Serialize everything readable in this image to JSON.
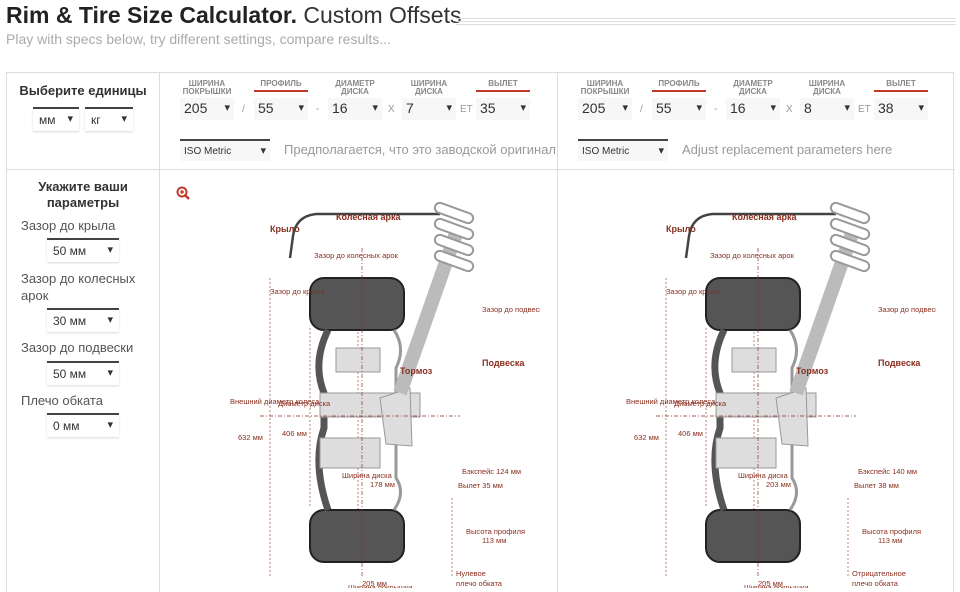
{
  "header": {
    "title_bold": "Rim & Tire Size Calculator.",
    "title_rest": "Custom Offsets",
    "subtitle": "Play with specs below, try different settings, compare results..."
  },
  "units": {
    "title": "Выберите единицы",
    "length": "мм",
    "weight": "кг"
  },
  "params": {
    "title": "Укажите ваши параметры",
    "fender_label": "Зазор до крыла",
    "fender_value": "50 мм",
    "arch_label": "Зазор до колесных арок",
    "arch_value": "30 мм",
    "susp_label": "Зазор до подвески",
    "susp_value": "50 мм",
    "scrub_label": "Плечо обката",
    "scrub_value": "0 мм"
  },
  "columns": {
    "tire_width": "ШИРИНА ПОКРЫШКИ",
    "profile": "ПРОФИЛЬ",
    "rim_diameter": "ДИАМЕТР ДИСКА",
    "rim_width": "ШИРИНА ДИСКА",
    "offset": "ВЫЛЕТ"
  },
  "sep": {
    "slash": "/",
    "dash": "-",
    "x": "X",
    "et": "ET"
  },
  "wheels": [
    {
      "tire_width": "205",
      "profile": "55",
      "rim_diameter": "16",
      "rim_width": "7",
      "offset": "35",
      "standard": "ISO Metric",
      "note": "Предполагается, что это заводской оригинал",
      "diagram": {
        "fender": "Крыло",
        "arch": "Колесная арка",
        "arch_gap": "Зазор до колесных арок",
        "fender_gap": "Зазор до крыла",
        "susp_gap": "Зазор до подвески",
        "brake": "Тормоз",
        "suspension": "Подвеска",
        "outer_diam": "Внешний диаметр колеса",
        "outer_diam_val": "632 мм",
        "rim_diam": "Диаметр диска",
        "rim_diam_val": "406 мм",
        "backspace": "Бэкспейс 124 мм",
        "rim_width": "Ширина диска",
        "rim_width_val": "178 мм",
        "offset": "Вылет 35 мм",
        "sidewall": "Высота профиля",
        "sidewall_val": "113 мм",
        "scrub": "Нулевое",
        "scrub2": "плечо обката",
        "tire_width": "Ширина покрышки",
        "tire_width_val": "205 мм"
      }
    },
    {
      "tire_width": "205",
      "profile": "55",
      "rim_diameter": "16",
      "rim_width": "8",
      "offset": "38",
      "standard": "ISO Metric",
      "note": "Adjust replacement parameters here",
      "diagram": {
        "fender": "Крыло",
        "arch": "Колесная арка",
        "arch_gap": "Зазор до колесных арок",
        "fender_gap": "Зазор до крыла",
        "susp_gap": "Зазор до подвески",
        "brake": "Тормоз",
        "suspension": "Подвеска",
        "outer_diam": "Внешний диаметр колеса",
        "outer_diam_val": "632 мм",
        "rim_diam": "Диаметр диска",
        "rim_diam_val": "406 мм",
        "backspace": "Бэкспейс 140 мм",
        "rim_width": "Ширина диска",
        "rim_width_val": "203 мм",
        "offset": "Вылет 38 мм",
        "sidewall": "Высота профиля",
        "sidewall_val": "113 мм",
        "scrub": "Отрицательное",
        "scrub2": "плечо обката",
        "tire_width": "Ширина покрышки",
        "tire_width_val": "205 мм"
      }
    }
  ],
  "colors": {
    "accent": "#c0392b",
    "label": "#8b2e1e",
    "tire": "#555555",
    "steel": "#dddddd"
  }
}
